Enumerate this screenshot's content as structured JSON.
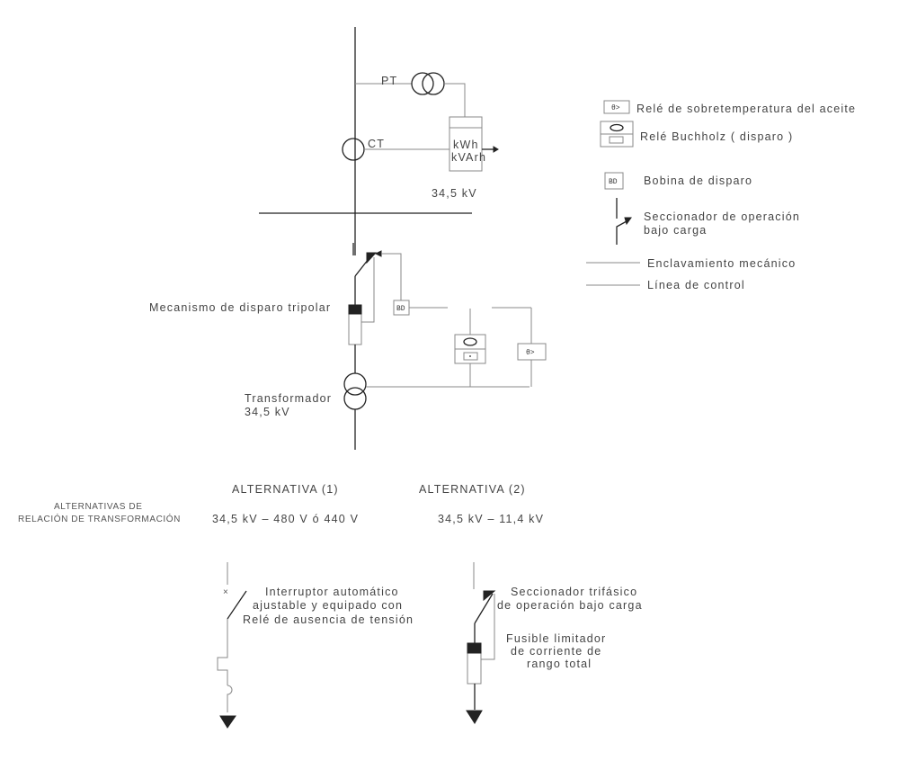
{
  "top": {
    "pt_label": "PT",
    "ct_label": "CT",
    "meter_kwh": "kWh",
    "meter_kvarh": "kVArh",
    "bus_voltage": "34,5  kV"
  },
  "middle": {
    "trip_mechanism": "Mecanismo  de  disparo  tripolar",
    "bd": "BD",
    "theta_relay": "θ>",
    "transformer": "Transformador",
    "transformer_voltage": "34,5  kV"
  },
  "legend": {
    "items": [
      {
        "symbol": "θ>",
        "label": "Relé  de  sobretemperatura  del  aceite"
      },
      {
        "label": "Relé  Buchholz  (  disparo  )"
      },
      {
        "symbol": "BD",
        "label": "Bobina  de  disparo"
      },
      {
        "label": "Seccionador  de  operación",
        "label2": "bajo  carga"
      },
      {
        "label": "Enclavamiento  mecánico"
      },
      {
        "label": "Línea  de  control"
      }
    ]
  },
  "alternatives": {
    "title_line1": "ALTERNATIVAS DE",
    "title_line2": "RELACIÓN DE TRANSFORMACIÓN",
    "alt1_heading": "ALTERNATIVA   (1)",
    "alt1_ratio": "34,5  kV  –  480  V  ó  440  V",
    "alt2_heading": "ALTERNATIVA   (2)",
    "alt2_ratio": "34,5  kV  –  11,4  kV",
    "alt1_desc": [
      "Interruptor  automático",
      "ajustable  y  equipado  con",
      "Relé  de  ausencia  de  tensión"
    ],
    "alt2_desc1": [
      "Seccionador  trifásico",
      "de  operación  bajo  carga"
    ],
    "alt2_desc2": [
      "Fusible   limitador",
      "de  corriente  de",
      "rango  total"
    ]
  }
}
